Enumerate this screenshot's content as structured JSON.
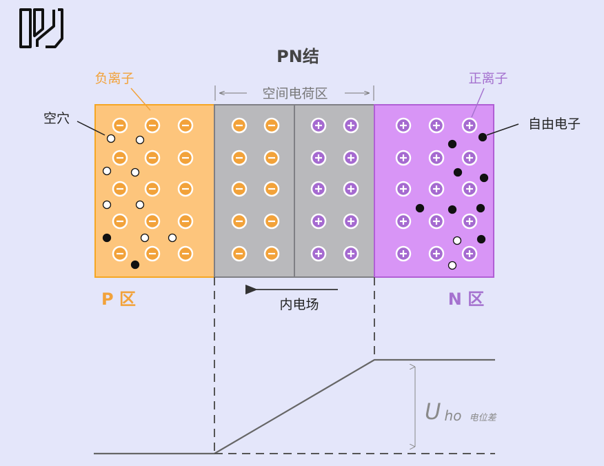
{
  "title": "PN结",
  "depletion_label": "空间电荷区",
  "labels": {
    "negative_ion": "负离子",
    "positive_ion": "正离子",
    "hole": "空穴",
    "free_electron": "自由电子",
    "p_region": "P 区",
    "n_region": "N 区",
    "internal_field": "内电场"
  },
  "potential": {
    "symbol": "U",
    "subscript": "ho",
    "caption": "电位差"
  },
  "ion_symbols": {
    "negative": "−",
    "positive": "+"
  },
  "colors": {
    "background": "#e4e6fa",
    "p_region": "#fdc57c",
    "p_border": "#f5a623",
    "depletion": "#b9b9bc",
    "depletion_border": "#7f7f84",
    "n_region": "#d895f6",
    "n_border": "#b05fd5",
    "neg_ion": "#f2a23a",
    "pos_ion": "#a56ad0",
    "label_orange": "#f2a23a",
    "label_purple": "#a572cf",
    "line_gray": "#777777",
    "text_dark": "#222222"
  },
  "logo": "logo-mark"
}
